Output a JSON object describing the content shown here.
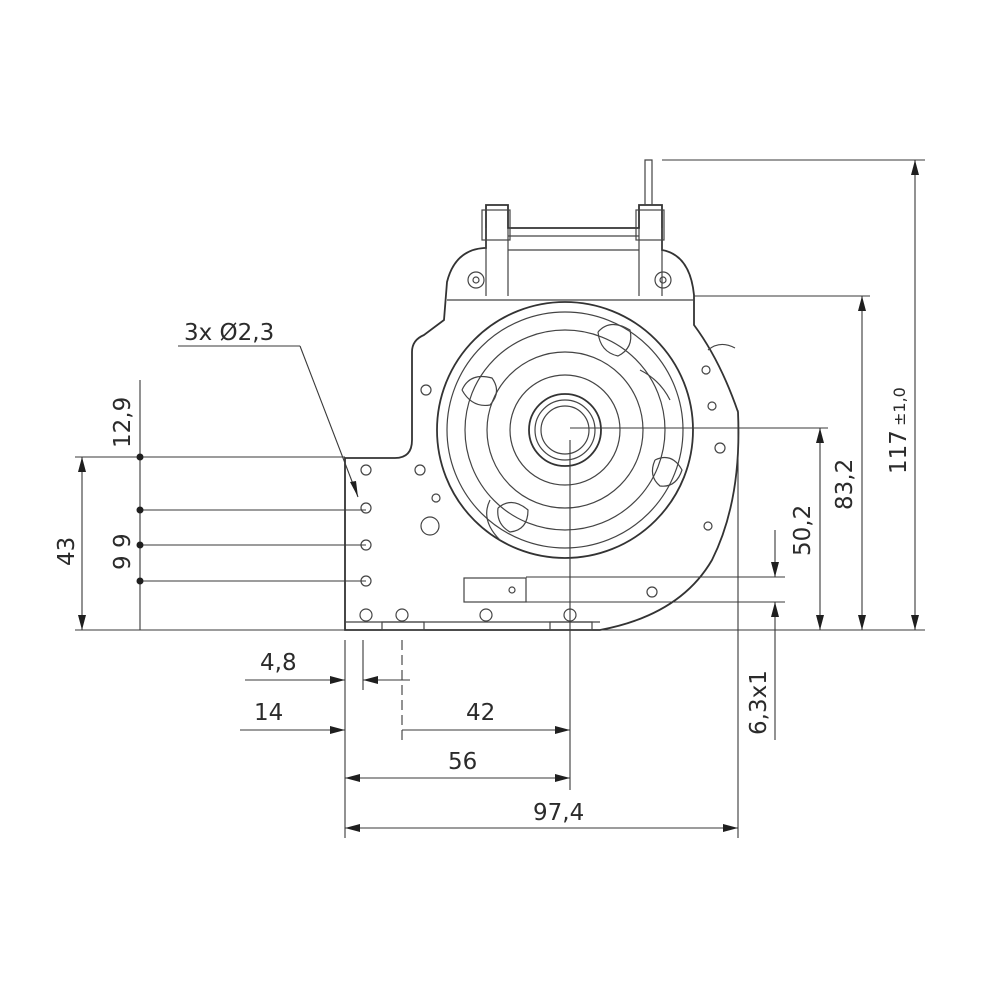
{
  "dimensions": {
    "hole_callout": "3x Ø2,3",
    "h_12_9": "12,9",
    "h_43": "43",
    "h_9_9": "9 9",
    "w_4_8": "4,8",
    "w_14": "14",
    "w_42": "42",
    "w_56": "56",
    "w_97_4": "97,4",
    "h_6_3x1": "6,3x1",
    "h_50_2": "50,2",
    "h_83_2": "83,2",
    "h_117": "117",
    "tol_117": "±1,0"
  },
  "colors": {
    "line": "#3a3a3a",
    "background": "#ffffff"
  }
}
